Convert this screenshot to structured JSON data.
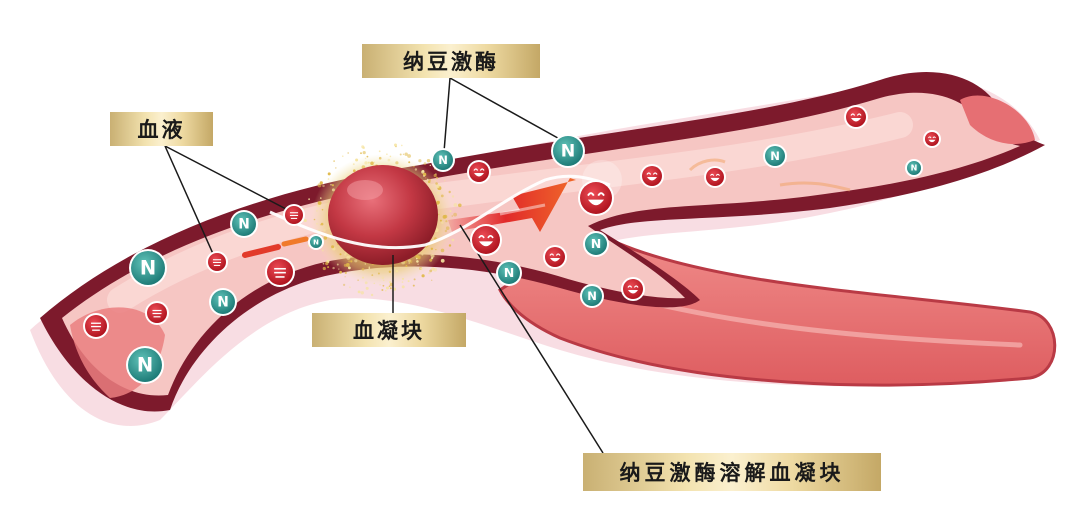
{
  "labels": {
    "nattokinase": "纳豆激酶",
    "blood": "血液",
    "clot": "血凝块",
    "dissolve": "纳豆激酶溶解血凝块"
  },
  "icons": {
    "enzyme_letter": "N",
    "enzyme": "nattokinase-N-icon",
    "blood_cell": "smiley-blood-cell-icon",
    "clot": "blood-clot-ball"
  },
  "colors": {
    "vessel_wall": "#8c1f33",
    "vessel_inner": "#f5c3c0",
    "enzyme_teal": "#2a8f8a",
    "blood_cell_red": "#c8202d",
    "clot_red": "#b52d35",
    "clot_halo": "#d8b84a",
    "label_gold": "#e8d49a"
  }
}
